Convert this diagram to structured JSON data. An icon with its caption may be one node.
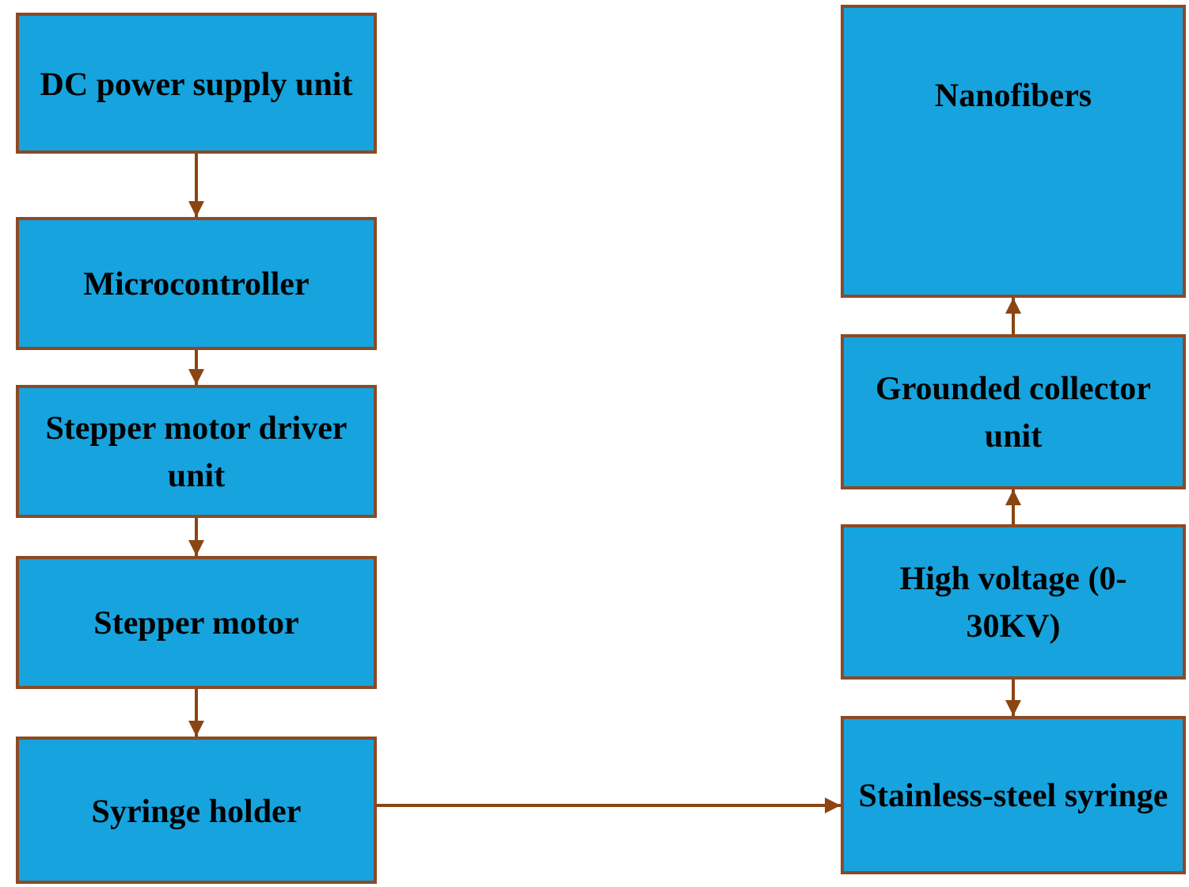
{
  "diagram": {
    "nodes": [
      {
        "text": [
          "DC power supply unit"
        ]
      },
      {
        "text": [
          "Microcontroller"
        ]
      },
      {
        "text": [
          "Stepper motor driver unit"
        ]
      },
      {
        "text": [
          "Stepper motor"
        ]
      },
      {
        "text": [
          "Syringe holder"
        ]
      },
      {
        "text": [
          "Nanofibers"
        ]
      },
      {
        "text": [
          "Grounded collector unit"
        ]
      },
      {
        "text": [
          "High voltage (0-30KV)"
        ]
      },
      {
        "text": [
          "Stainless-steel syringe"
        ]
      }
    ],
    "edges": [
      {
        "from": 0,
        "to": 1,
        "arrow": "to"
      },
      {
        "from": 1,
        "to": 2,
        "arrow": "to"
      },
      {
        "from": 2,
        "to": 3,
        "arrow": "to"
      },
      {
        "from": 3,
        "to": 4,
        "arrow": "to"
      },
      {
        "from": 4,
        "to": 8,
        "arrow": "to"
      },
      {
        "from": 7,
        "to": 8,
        "arrow": "to"
      },
      {
        "from": 7,
        "to": 6,
        "arrow": "to"
      },
      {
        "from": 6,
        "to": 5,
        "arrow": "to"
      }
    ]
  }
}
